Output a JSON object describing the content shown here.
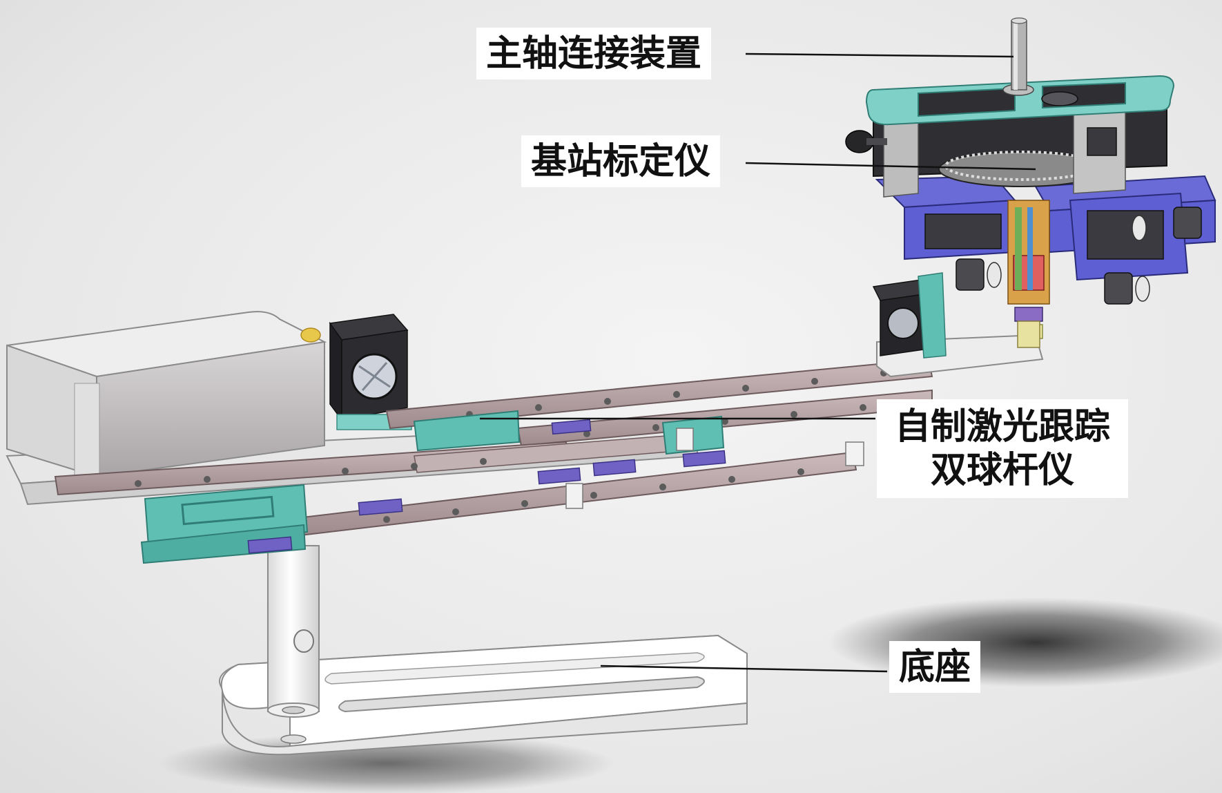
{
  "figure": {
    "labels": {
      "spindle_connector": "主轴连接装置",
      "base_station_calibrator": "基站标定仪",
      "ballbar_line1": "自制激光跟踪",
      "ballbar_line2": "双球杆仪",
      "base": "底座"
    },
    "colors": {
      "background_gradient_center": "#f3f3f3",
      "rail_mauve": "#b8a6a8",
      "bracket_teal": "#5fbfb3",
      "slider_purple": "#6f62c4",
      "frame_blue": "#5d5fd2",
      "plate_teal": "#7fd0c6",
      "housing_gray": "#c9c6c8",
      "dark_block": "#2a2a2e",
      "shadow": "#3a3a3a",
      "leader_line": "#111111"
    }
  }
}
